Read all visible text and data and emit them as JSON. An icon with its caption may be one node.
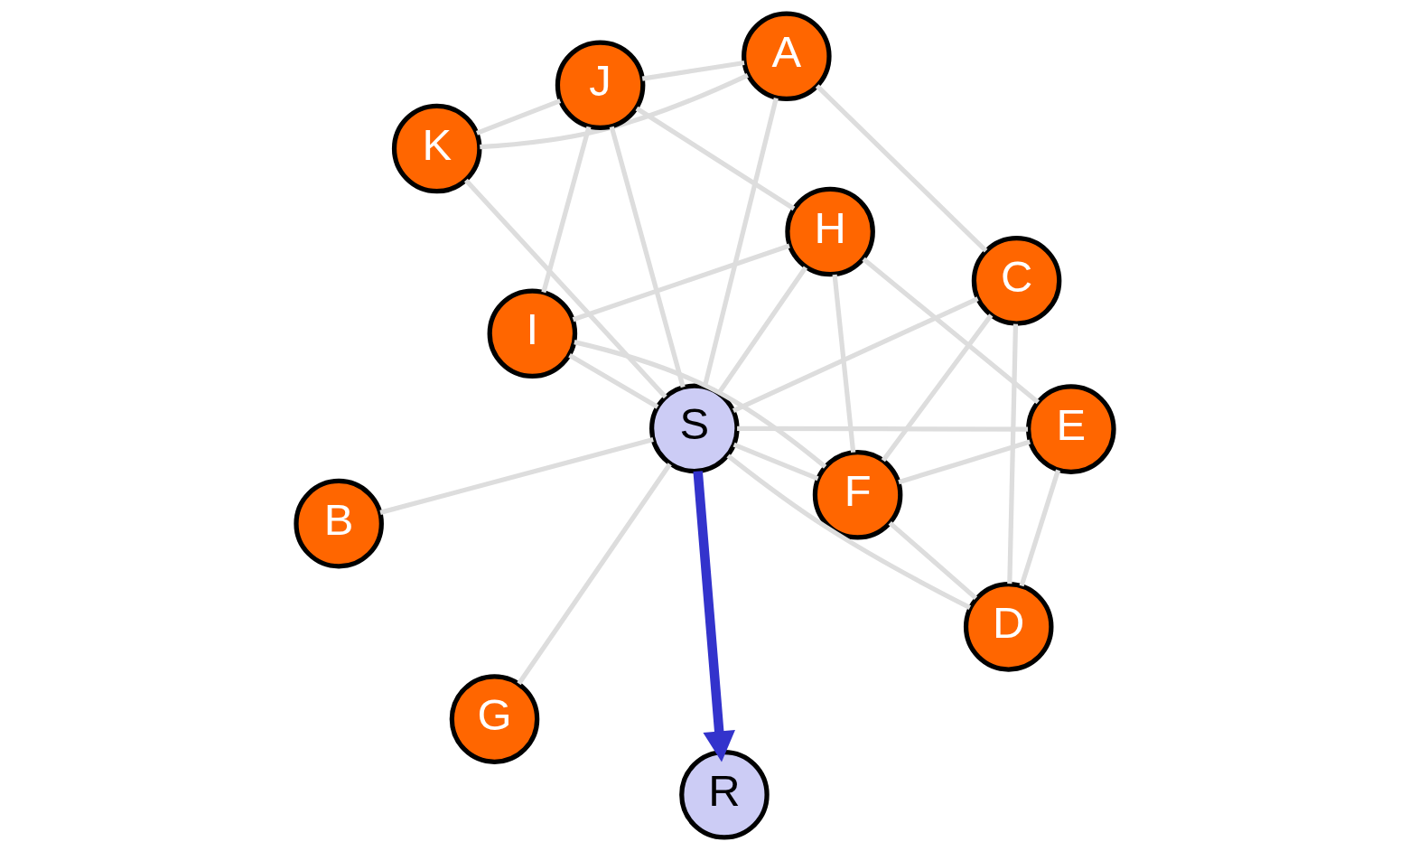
{
  "diagram": {
    "nodes": [
      {
        "text": [
          "B"
        ]
      },
      {
        "text": [
          "C"
        ]
      },
      {
        "text": [
          "D"
        ]
      },
      {
        "text": [
          "A"
        ]
      },
      {
        "text": [
          "E"
        ]
      },
      {
        "text": [
          "K"
        ]
      },
      {
        "text": [
          "S"
        ]
      },
      {
        "text": [
          "R"
        ]
      },
      {
        "text": [
          "F"
        ]
      },
      {
        "text": [
          "J"
        ]
      },
      {
        "text": [
          "G"
        ]
      },
      {
        "text": [
          "I"
        ]
      },
      {
        "text": [
          "H"
        ]
      }
    ],
    "edges": [
      {
        "from": 3,
        "to": 1,
        "arrow": "none"
      },
      {
        "from": 1,
        "to": 2,
        "arrow": "none"
      },
      {
        "from": 3,
        "to": 6,
        "arrow": "none"
      },
      {
        "from": 3,
        "to": 5,
        "arrow": "none"
      },
      {
        "from": 3,
        "to": 9,
        "arrow": "none"
      },
      {
        "from": 0,
        "to": 6,
        "arrow": "none"
      },
      {
        "from": 1,
        "to": 6,
        "arrow": "none"
      },
      {
        "from": 1,
        "to": 8,
        "arrow": "none"
      },
      {
        "from": 2,
        "to": 6,
        "arrow": "none"
      },
      {
        "from": 2,
        "to": 4,
        "arrow": "none"
      },
      {
        "from": 2,
        "to": 8,
        "arrow": "none"
      },
      {
        "from": 4,
        "to": 6,
        "arrow": "none"
      },
      {
        "from": 4,
        "to": 8,
        "arrow": "none"
      },
      {
        "from": 4,
        "to": 12,
        "arrow": "none"
      },
      {
        "from": 5,
        "to": 6,
        "arrow": "none"
      },
      {
        "from": 5,
        "to": 9,
        "arrow": "none"
      },
      {
        "from": 6,
        "to": 8,
        "arrow": "none"
      },
      {
        "from": 6,
        "to": 10,
        "arrow": "none"
      },
      {
        "from": 6,
        "to": 12,
        "arrow": "none"
      },
      {
        "from": 6,
        "to": 11,
        "arrow": "none"
      },
      {
        "from": 6,
        "to": 9,
        "arrow": "none"
      },
      {
        "from": 9,
        "to": 11,
        "arrow": "none"
      },
      {
        "from": 9,
        "to": 12,
        "arrow": "none"
      },
      {
        "from": 11,
        "to": 12,
        "arrow": "none"
      },
      {
        "from": 11,
        "to": 8,
        "arrow": "none"
      },
      {
        "from": 12,
        "to": 8,
        "arrow": "none"
      },
      {
        "from": 6,
        "to": 7,
        "arrow": "to",
        "style": "thick",
        "color": "#3333cc"
      }
    ]
  }
}
